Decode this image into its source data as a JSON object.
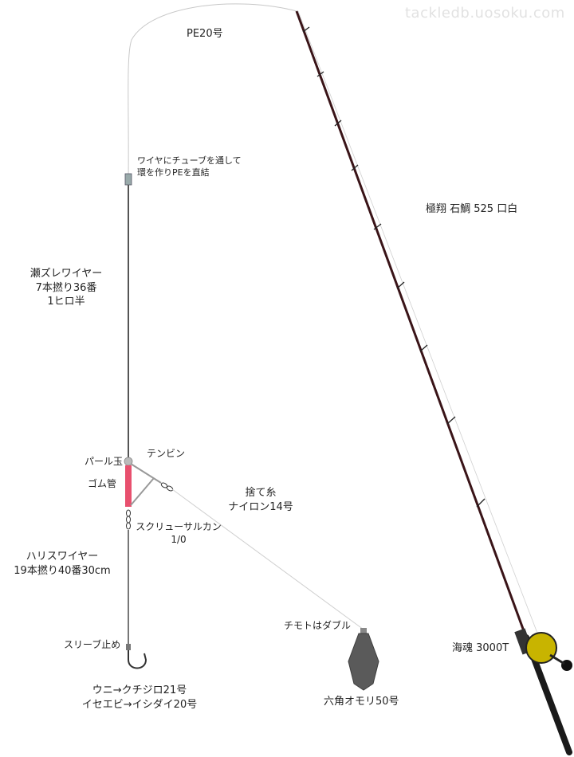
{
  "watermark": "tackledb.uosoku.com",
  "labels": {
    "main_line": "PE20号",
    "wire_tube_line1": "ワイヤにチューブを通して",
    "wire_tube_line2": "環を作りPEを直結",
    "rod": "極翔 石鯛 525 口白",
    "wire_line1": "瀬ズレワイヤー",
    "wire_line2": "7本撚り36番",
    "wire_line3": "1ヒロ半",
    "tenbin": "テンビン",
    "pearl": "パール玉",
    "rubber_tube": "ゴム管",
    "sutei_line1": "捨て糸",
    "sutei_line2": "ナイロン14号",
    "swivel_line1": "スクリューサルカン",
    "swivel_line2": "1/0",
    "harisu_line1": "ハリスワイヤー",
    "harisu_line2": "19本撚り40番30cm",
    "chimoto": "チモトはダブル",
    "sleeve": "スリーブ止め",
    "reel": "海魂 3000T",
    "hook_line1": "ウニ→クチジロ21号",
    "hook_line2": "イセエビ→イシダイ20号",
    "sinker": "六角オモリ50号"
  },
  "colors": {
    "rod": "#3a1418",
    "rod_butt": "#1a1a1a",
    "wire": "#555555",
    "pe_line": "#c8c8c8",
    "rubber_tube": "#e8506e",
    "reel_spool": "#c8b400",
    "sinker": "#5a5a5a",
    "sutei_line": "#cfcfcf"
  }
}
